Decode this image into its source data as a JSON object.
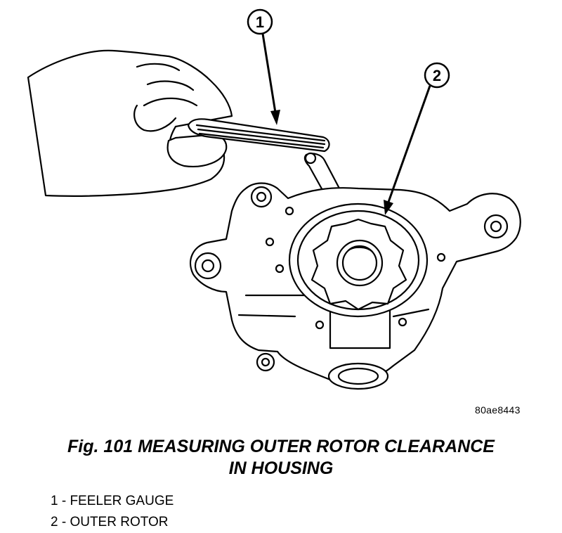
{
  "figure": {
    "callouts": [
      {
        "number": "1"
      },
      {
        "number": "2"
      }
    ],
    "code": "80ae8443"
  },
  "caption": {
    "line1": "Fig. 101 MEASURING OUTER ROTOR CLEARANCE",
    "line2": "IN HOUSING"
  },
  "legend": [
    {
      "text": "1 - FEELER GAUGE"
    },
    {
      "text": "2 - OUTER ROTOR"
    }
  ]
}
